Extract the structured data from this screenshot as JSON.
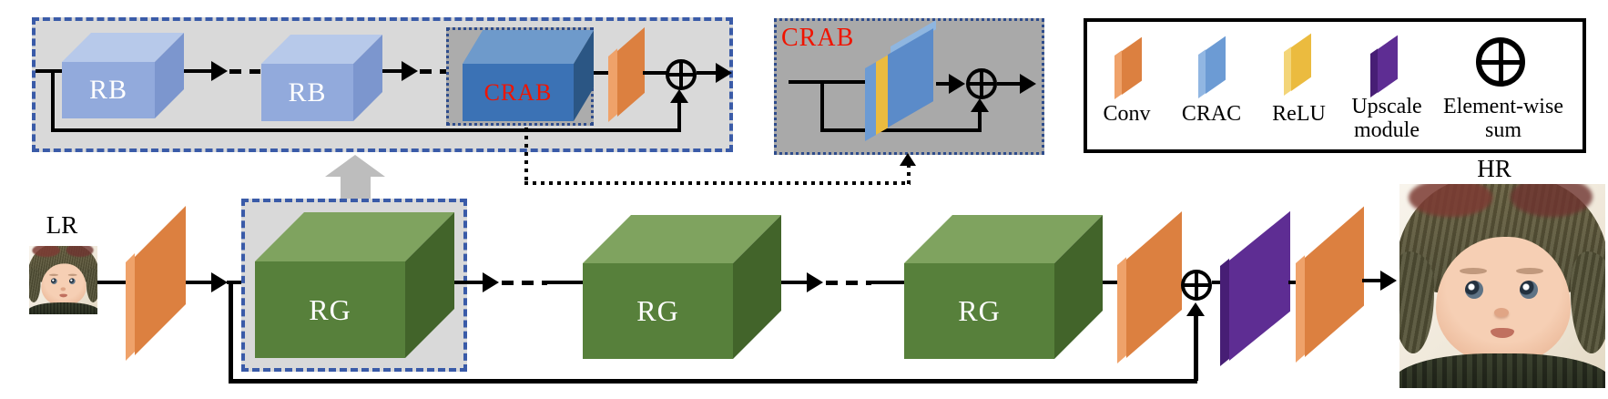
{
  "figure": {
    "lr_label": "LR",
    "hr_label": "HR",
    "rg_detail": {
      "rb1": "RB",
      "rb2": "RB",
      "crab_block": "CRAB"
    },
    "crab_detail": {
      "title": "CRAB"
    },
    "pipeline": {
      "rg1": "RG",
      "rg2": "RG",
      "rg3": "RG"
    },
    "legend": {
      "items": [
        {
          "name": "conv",
          "label": "Conv",
          "color": "#DC8040"
        },
        {
          "name": "crac",
          "label": "CRAC",
          "color": "#6C9BD4"
        },
        {
          "name": "relu",
          "label": "ReLU",
          "color": "#EBBB3F"
        },
        {
          "name": "upscale",
          "label": "Upscale module",
          "color": "#5E2D93"
        },
        {
          "name": "sum",
          "label": "Element-wise sum",
          "symbol": "circle-plus"
        }
      ]
    },
    "colors": {
      "rb_blue": "#92AADC",
      "crab_blue": "#3B72B5",
      "rg_green": "#57803B",
      "conv_orange": "#DC8040",
      "relu_yellow": "#EBBB3F",
      "upscale_purple": "#5E2D93",
      "panel_gray": "#D9D9D9",
      "inner_gray": "#ABABAB",
      "dashed_border_blue": "#3A5BA8",
      "dotted_border_blue": "#2E4C8C",
      "crab_text_red": "#F01400",
      "block_arrow_gray": "#BDBDBD"
    }
  }
}
